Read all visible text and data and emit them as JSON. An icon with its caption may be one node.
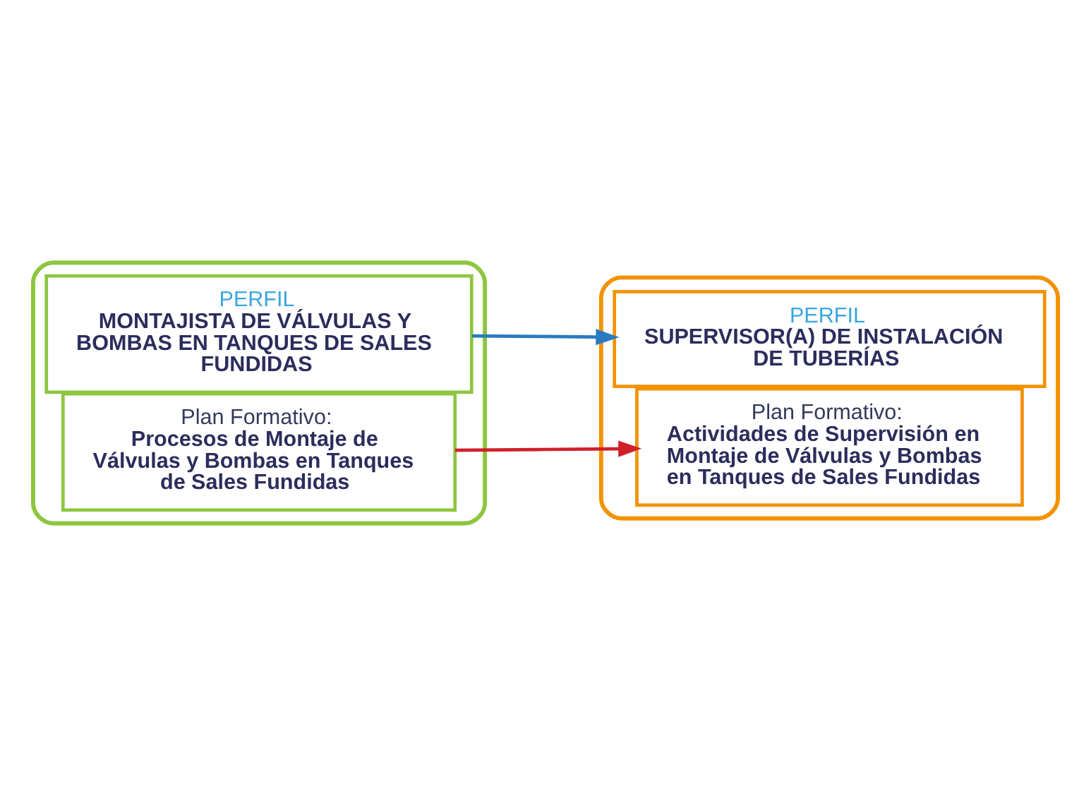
{
  "diagram": {
    "nodes": [
      {
        "text": [],
        "shape": "box"
      },
      {
        "text": [
          "PERFIL",
          "SUPERVISOR(A) DE INSTALACIÓN DE TUBERÍAS"
        ],
        "in": 0
      },
      {
        "text": [
          "Plan Formativo:",
          "Actividades de Supervisión en Montaje de Válvulas y Bombas en Tanques de Sales Fundidas"
        ],
        "in": 0
      },
      {
        "text": [],
        "shape": "box"
      },
      {
        "text": [
          "PERFIL",
          "MONTAJISTA DE VÁLVULAS Y BOMBAS EN TANQUES DE SALES FUNDIDAS"
        ],
        "in": 3
      },
      {
        "text": [
          "Plan Formativo:",
          "Procesos de Montaje de Válvulas y Bombas en Tanques de Sales Fundidas"
        ],
        "in": 3
      }
    ],
    "edges": [
      {
        "from": 4,
        "to": 1,
        "arrow": "to",
        "color": "#2a7ac0"
      },
      {
        "from": 5,
        "to": 2,
        "arrow": "to",
        "color": "#d0202a"
      }
    ]
  }
}
